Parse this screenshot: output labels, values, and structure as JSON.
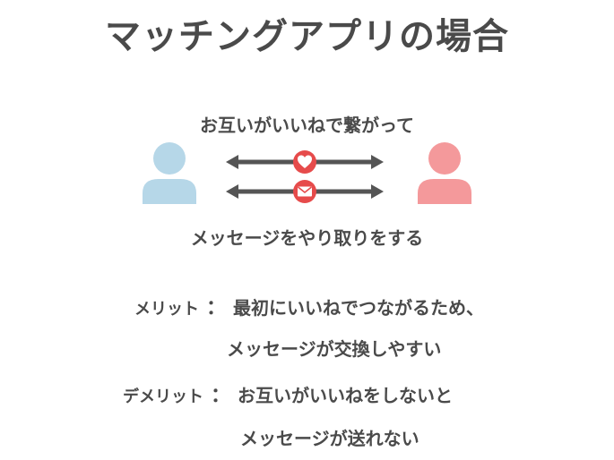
{
  "title": "マッチングアプリの場合",
  "caption_top": "お互いがいいねで繋がって",
  "caption_bottom": "メッセージをやり取りをする",
  "merit": {
    "tag": "メリット",
    "colon": "：",
    "line1": "最初にいいねでつながるため、",
    "line2": "メッセージが交換しやすい"
  },
  "demerit": {
    "tag": "デメリット",
    "colon": "：",
    "line1": "お互いがいいねをしないと",
    "line2": "メッセージが送れない"
  },
  "colors": {
    "person_left": "#b6d7e8",
    "person_right": "#f4999b",
    "arrow": "#555555",
    "badge": "#e64b4b",
    "text": "#4a4a4a"
  },
  "icons": {
    "heart": "heart-icon",
    "mail": "mail-icon",
    "person": "person-icon"
  }
}
